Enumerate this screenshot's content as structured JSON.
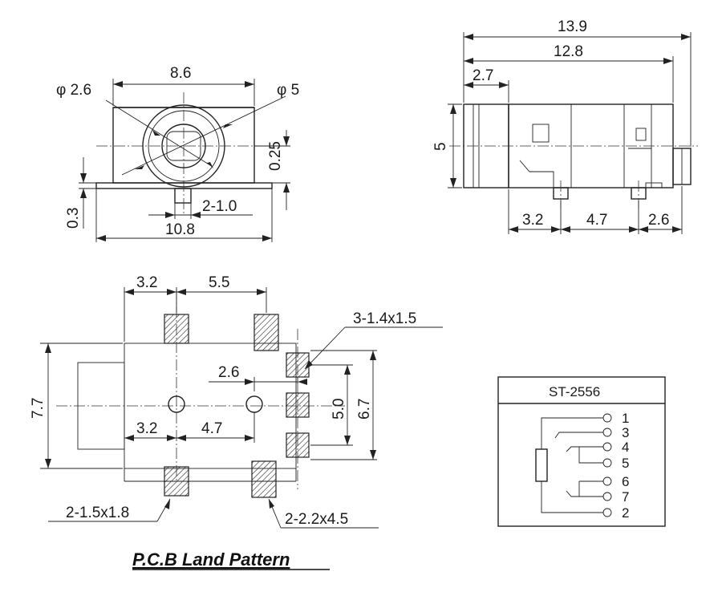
{
  "front_view": {
    "dims": {
      "phi_small": "φ 2.6",
      "phi_large": "φ 5",
      "top_width": "8.6",
      "pin_offset": "0.25",
      "base_height": "0.3",
      "pin_width": "2-1.0",
      "total_width": "10.8"
    }
  },
  "side_view": {
    "dims": {
      "overall": "13.9",
      "body": "12.8",
      "flange": "2.7",
      "height": "5",
      "pin_a": "3.2",
      "pin_b": "4.7",
      "pin_c": "2.6"
    }
  },
  "land_pattern": {
    "dims": {
      "top_left": "3.2",
      "top_right": "5.5",
      "pads_right": "3-1.4x1.5",
      "hole_spacing": "2.6",
      "left_height": "7.7",
      "inner_a": "5.0",
      "inner_b": "6.7",
      "bottom_left": "3.2",
      "bottom_mid": "4.7",
      "pads_bottom_left": "2-1.5x1.8",
      "pads_bottom_right": "2-2.2x4.5"
    },
    "caption": "P.C.B Land Pattern"
  },
  "schematic": {
    "part_number": "ST-2556",
    "pins": [
      "1",
      "3",
      "4",
      "5",
      "6",
      "7",
      "2"
    ]
  }
}
